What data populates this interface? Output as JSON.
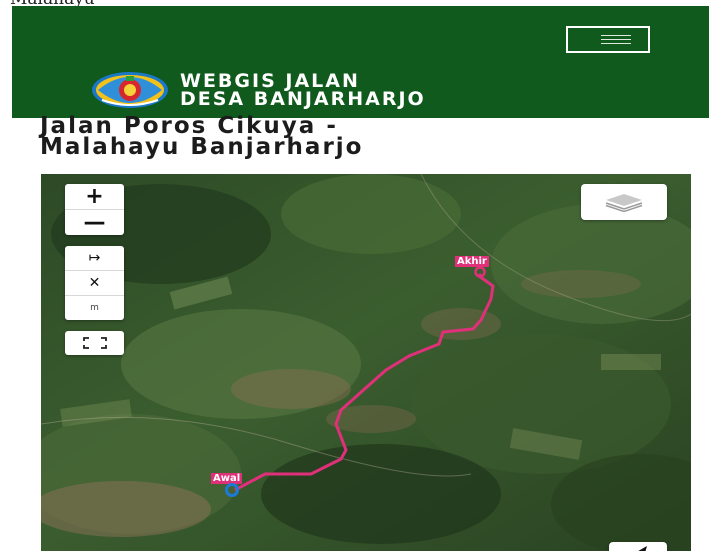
{
  "top_cut_text": "Malahayu",
  "header": {
    "brand_line1": "WEBGIS JALAN",
    "brand_line2": "DESA BANJARHARJO",
    "logo_icon": "regency-seal-icon",
    "menu_icon": "hamburger-icon",
    "bg_color": "#0f5a1c"
  },
  "page": {
    "title_line1": "Jalan Poros Cikuya -",
    "title_line2": "Malahayu Banjarharjo"
  },
  "map": {
    "zoom_in_label": "+",
    "zoom_out_label": "—",
    "measure_distance_icon": "↦",
    "measure_clear_label": "✕",
    "measure_unit": "m",
    "fullscreen_icon": "fullscreen-icon",
    "layers_icon": "layers-icon",
    "route_color": "#e0307a",
    "start_marker_label": "Awal",
    "end_marker_label": "Akhir",
    "start_marker_color": "#1e7ad8",
    "end_marker_color": "#e0307a"
  }
}
